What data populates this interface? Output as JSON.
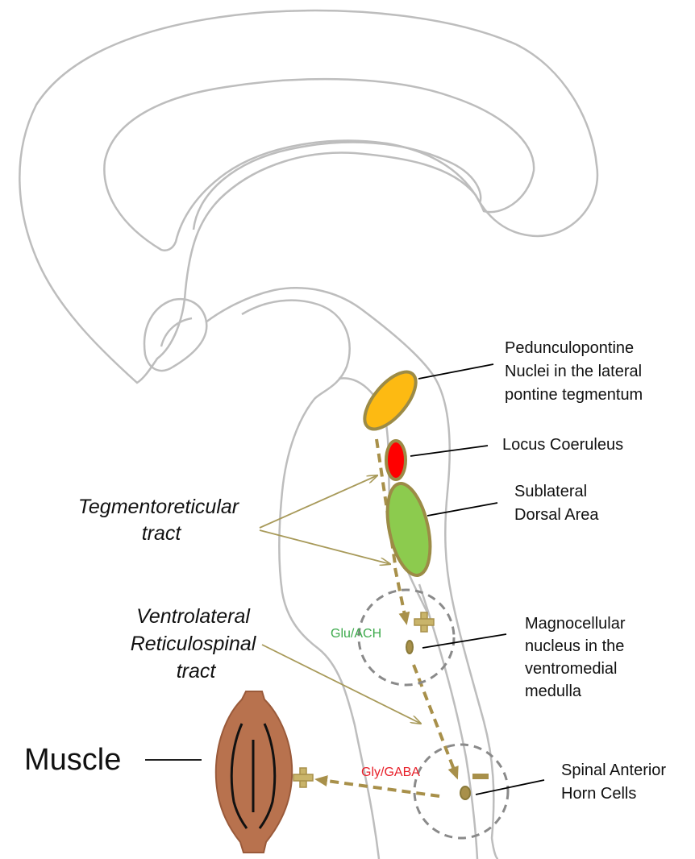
{
  "labels": {
    "pedunculopontine": [
      "Pedunculopontine",
      "Nuclei in the lateral",
      "pontine tegmentum"
    ],
    "locus_coeruleus": [
      "Locus Coeruleus"
    ],
    "sublateral": [
      "Sublateral",
      "Dorsal Area"
    ],
    "magnocellular": [
      "Magnocellular",
      "nucleus in the",
      "ventromedial",
      "medulla"
    ],
    "spinal": [
      "Spinal Anterior",
      "Horn Cells"
    ],
    "tegmentoreticular": [
      "Tegmentoreticular",
      "tract"
    ],
    "ventrolateral": [
      "Ventrolateral",
      "Reticulospinal",
      "tract"
    ],
    "muscle": "Muscle",
    "glu_ach": "Glu/ACH",
    "gly_gaba": "Gly/GABA"
  },
  "colors": {
    "pedunculopontine_fill": "#FDBA12",
    "locus_coeruleus_fill": "#FF0000",
    "sublateral_fill": "#8CCB4E",
    "nucleus_outline": "#9C8B46",
    "tract_arrow": "#A89A5A",
    "dashed_pathway": "#A8904A",
    "glu_ach_text": "#3DAA4C",
    "gly_gaba_text": "#E8202A",
    "muscle_fill": "#B8724E",
    "brain_outline": "#BDBDBD"
  },
  "symbols": {
    "excitatory": "plus-sign",
    "inhibitory": "minus-sign"
  }
}
